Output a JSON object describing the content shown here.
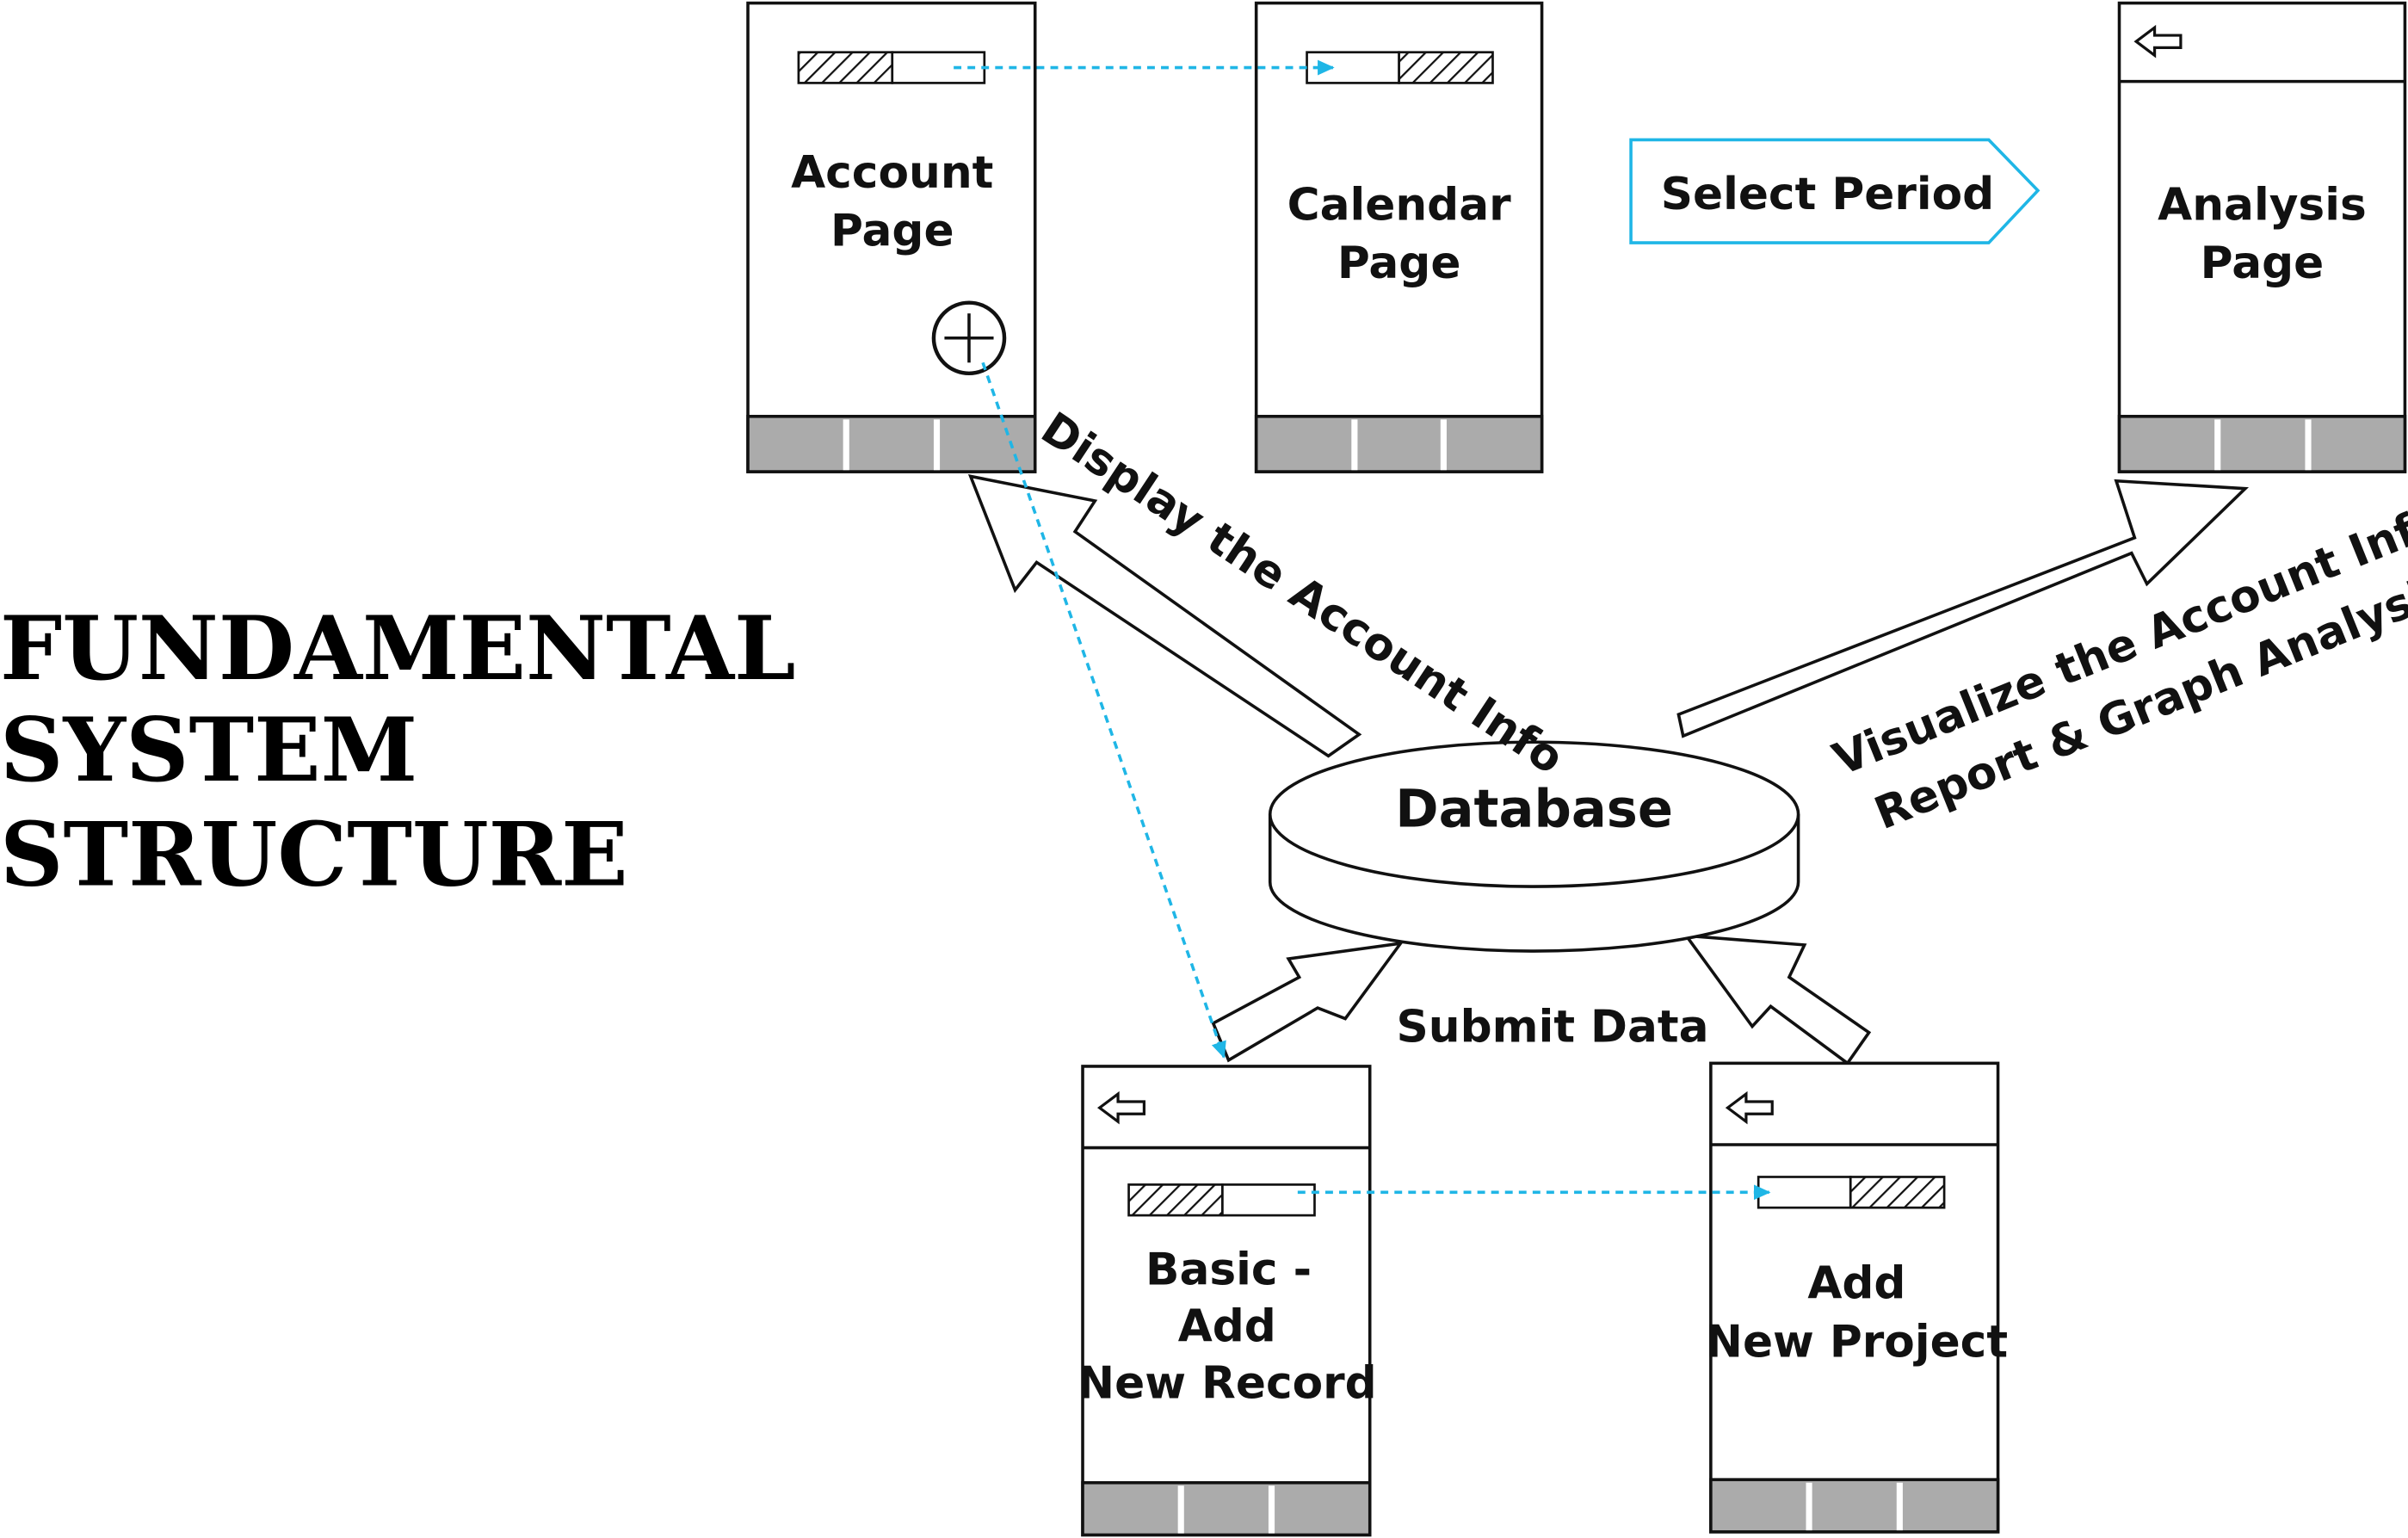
{
  "title_lines": [
    "FUNDAMENTAL",
    "SYSTEM",
    "STRUCTURE"
  ],
  "screens": {
    "account": [
      "Account",
      "Page"
    ],
    "calendar": [
      "Calendar",
      "Page"
    ],
    "analysis": [
      "Analysis",
      "Page"
    ],
    "basic_add": [
      "Basic -",
      "Add",
      "New Record"
    ],
    "add_project": [
      "Add",
      "New Project"
    ]
  },
  "database_label": "Database",
  "flows": {
    "select_period": "Select Period",
    "display_account_info": "Display the Account Info",
    "visualize": [
      "Visualize the Account Info",
      "Report & Graph Analysis"
    ],
    "submit_data": "Submit Data"
  },
  "colors": {
    "connector": "#1fb6e6",
    "nav_bar": "#ababab",
    "ink": "#111111"
  }
}
